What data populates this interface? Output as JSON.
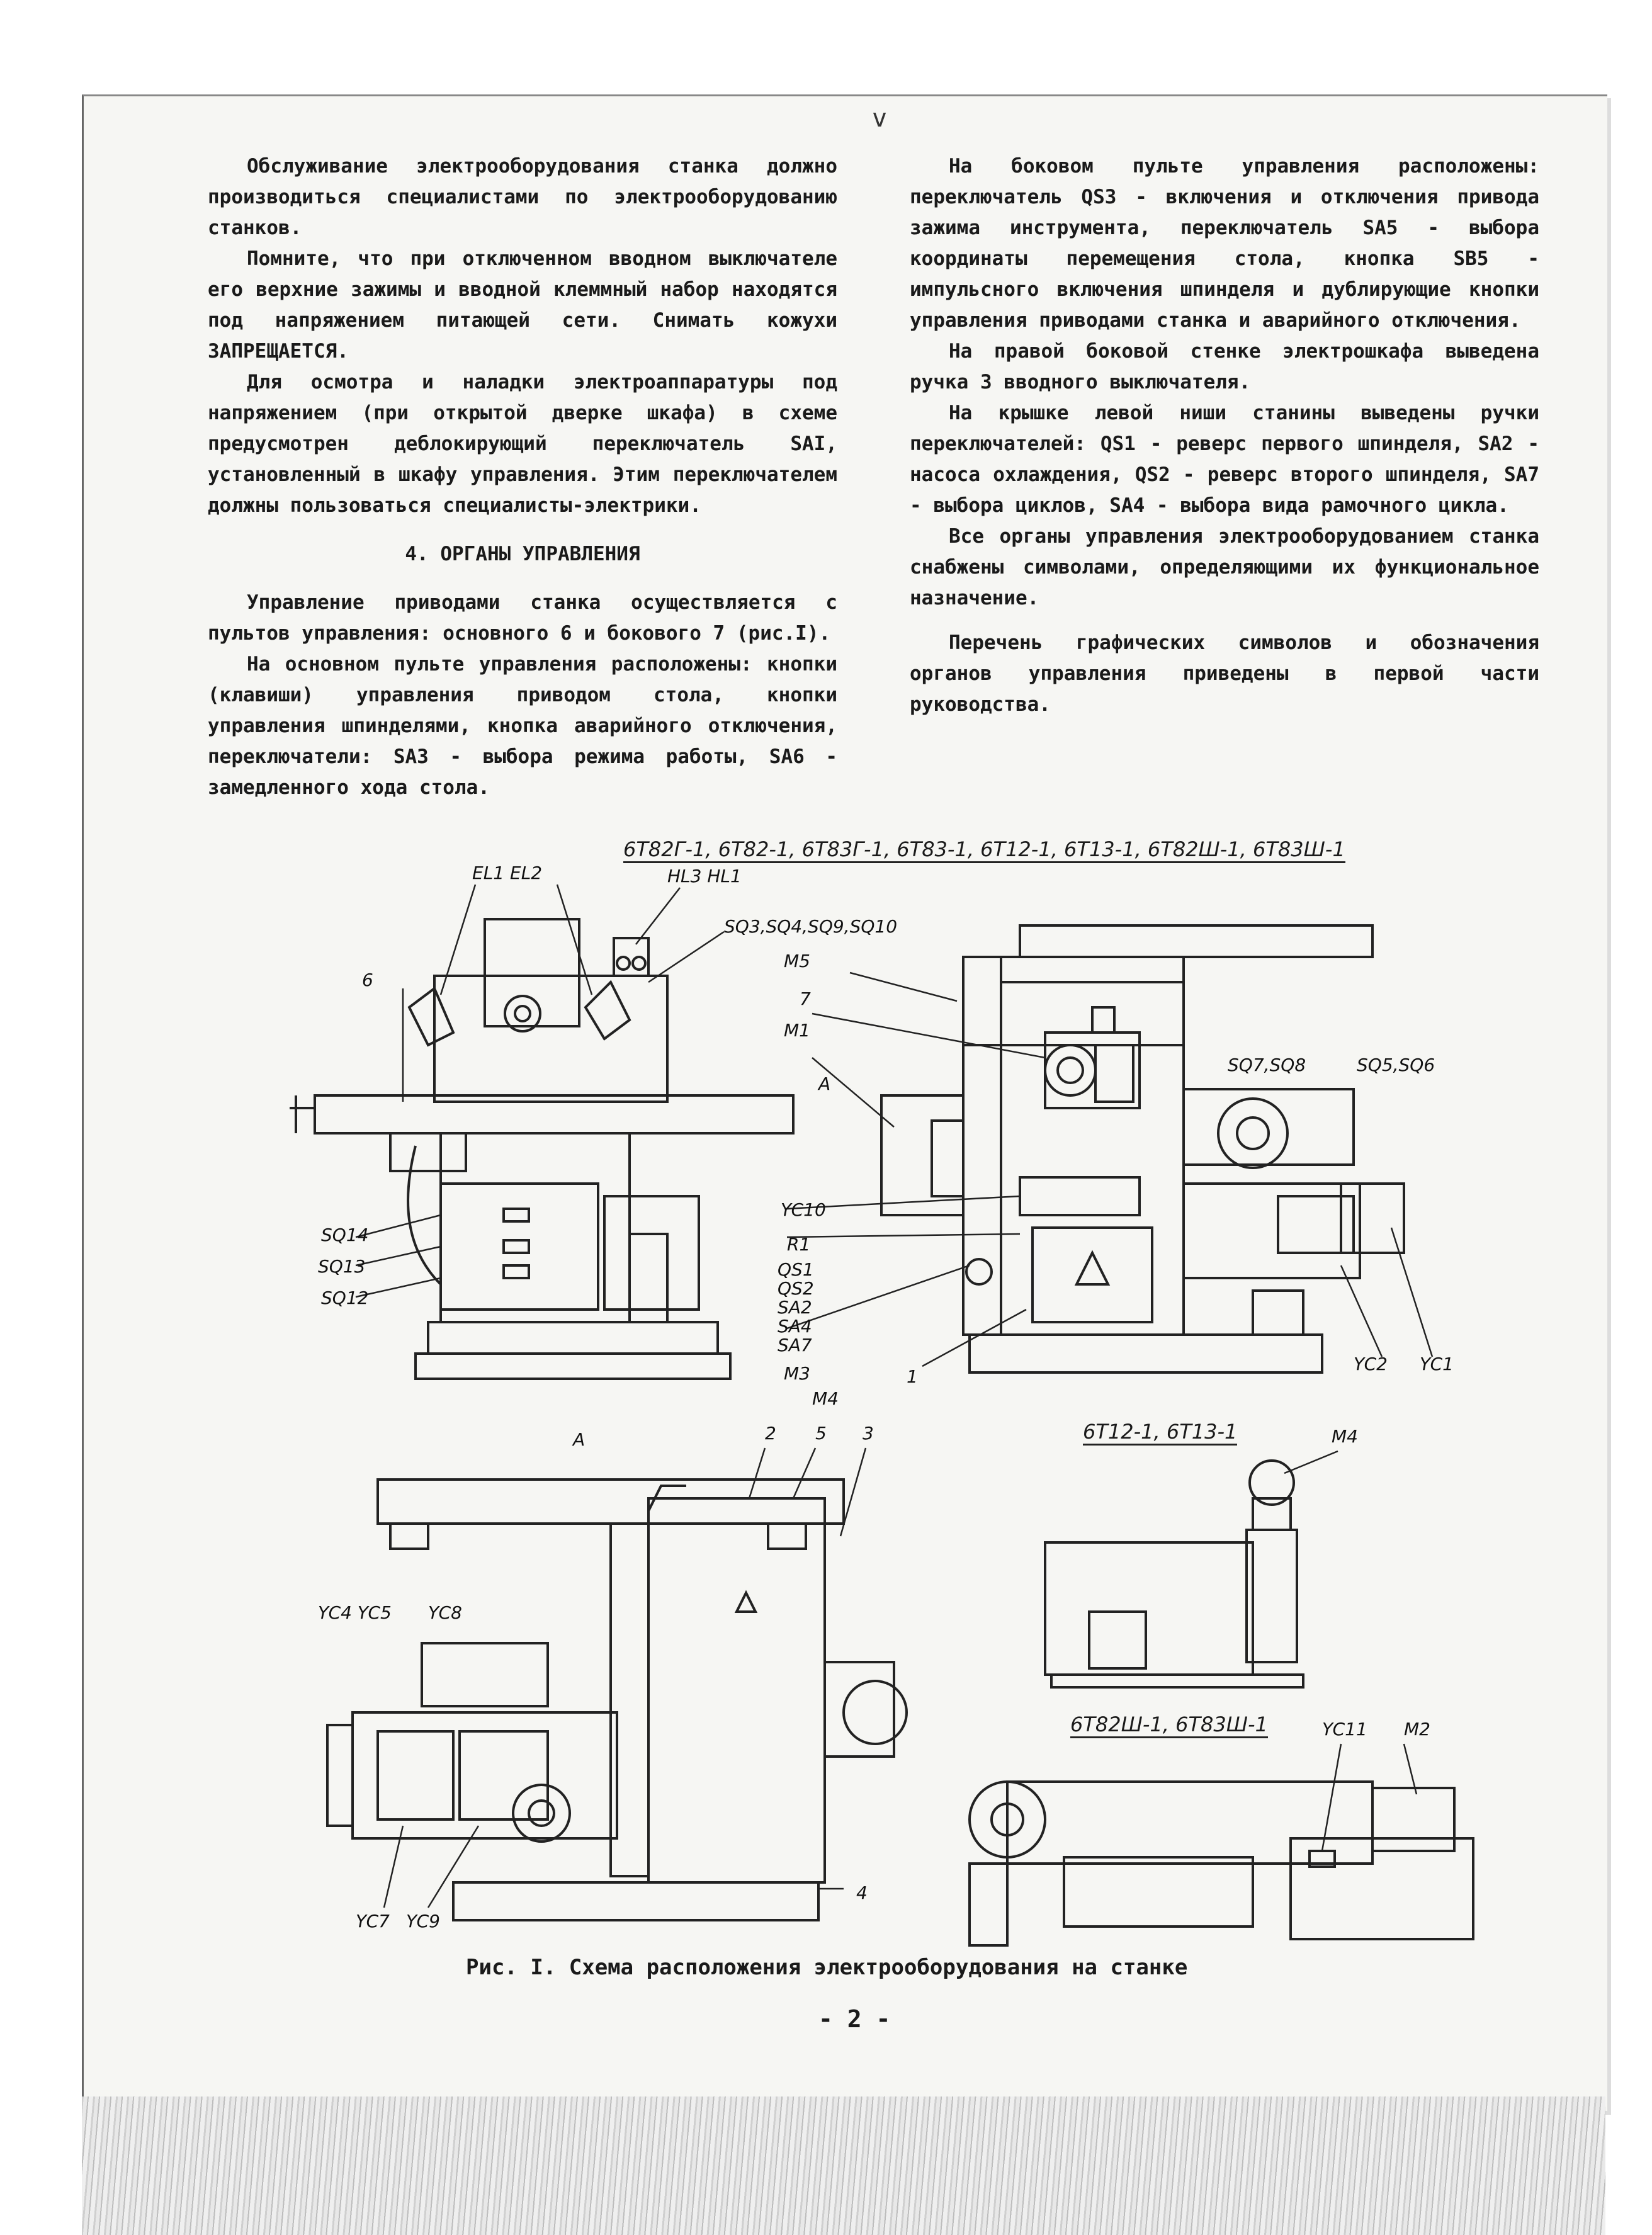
{
  "corner_mark": "v",
  "left_column": {
    "paragraphs": [
      "Обслуживание электрооборудования станка должно производиться специалистами по электрооборудованию станков.",
      "Помните, что при отключенном вводном выключателе его верхние зажимы и вводной клеммный набор находятся под напряжением питающей сети. Снимать кожухи ЗАПРЕЩАЕТСЯ.",
      "Для осмотра и наладки электроаппаратуры под напряжением (при открытой дверке шкафа) в схеме предусмотрен деблокирующий переключатель SAI, установленный в шкафу управления. Этим переключателем должны пользоваться специалисты-электрики."
    ],
    "section_title": "4. ОРГАНЫ УПРАВЛЕНИЯ",
    "paragraphs2": [
      "Управление приводами станка осуществляется с пультов управления: основного 6 и бокового 7 (рис.I).",
      "На основном пульте управления расположены: кнопки (клавиши) управления приводом стола, кнопки управления шпинделями, кнопка аварийного отключения, переключатели: SA3 - выбора режима работы, SA6 - замедленного хода стола."
    ]
  },
  "right_column": {
    "paragraphs": [
      "На боковом пульте управления расположены: переключатель QS3 - включения и отключения привода зажима инструмента, переключатель SA5 - выбора координаты перемещения стола, кнопка SB5 - импульсного включения шпинделя и дублирующие кнопки управления приводами станка и аварийного отключения.",
      "На правой боковой стенке электрошкафа выведена ручка 3 вводного выключателя.",
      "На крышке левой ниши станины выведены ручки переключателей: QS1 - реверс первого шпинделя, SA2 - насоса охлаждения, QS2 - реверс второго шпинделя, SA7 - выбора циклов, SA4 - выбора вида рамочного цикла.",
      "Все органы управления электрооборудованием станка снабжены символами, определяющими их функциональное назначение.",
      "Перечень графических символов и обозначения органов управления приведены в первой части руководства."
    ]
  },
  "figure": {
    "series_title": "6Т82Г-1, 6Т82-1, 6Т83Г-1, 6Т83-1, 6Т12-1, 6Т13-1, 6Т82Ш-1, 6Т83Ш-1",
    "subtitle_1": "6Т12-1, 6Т13-1",
    "subtitle_2": "6Т82Ш-1, 6Т83Ш-1",
    "labels": {
      "el1_el2": "EL1 EL2",
      "hl3_hl1": "HL3  HL1",
      "sq_top": "SQ3,SQ4,SQ9,SQ10",
      "six": "6",
      "m5": "M5",
      "seven": "7",
      "m1": "M1",
      "a_arrow": "A",
      "sq7_sq8": "SQ7,SQ8",
      "sq5_sq6": "SQ5,SQ6",
      "sq14": "SQ14",
      "sq13": "SQ13",
      "sq12": "SQ12",
      "yc10": "YC10",
      "r1": "R1",
      "qs1": "QS1",
      "qs2": "QS2",
      "sa2": "SA2",
      "sa4": "SA4",
      "sa7": "SA7",
      "m3": "M3",
      "one": "1",
      "m4_top": "M4",
      "yc2": "YC2",
      "yc1": "YC1",
      "a_view": "A",
      "two": "2",
      "five": "5",
      "three": "3",
      "yc4_yc5": "YC4  YC5",
      "yc8": "YC8",
      "four": "4",
      "yc7": "YC7",
      "yc9": "YC9",
      "m4_right": "M4",
      "yc11": "YC11",
      "m2": "M2"
    },
    "caption": "Рис. I. Схема расположения электрооборудования на станке"
  },
  "page_number": "- 2 -"
}
